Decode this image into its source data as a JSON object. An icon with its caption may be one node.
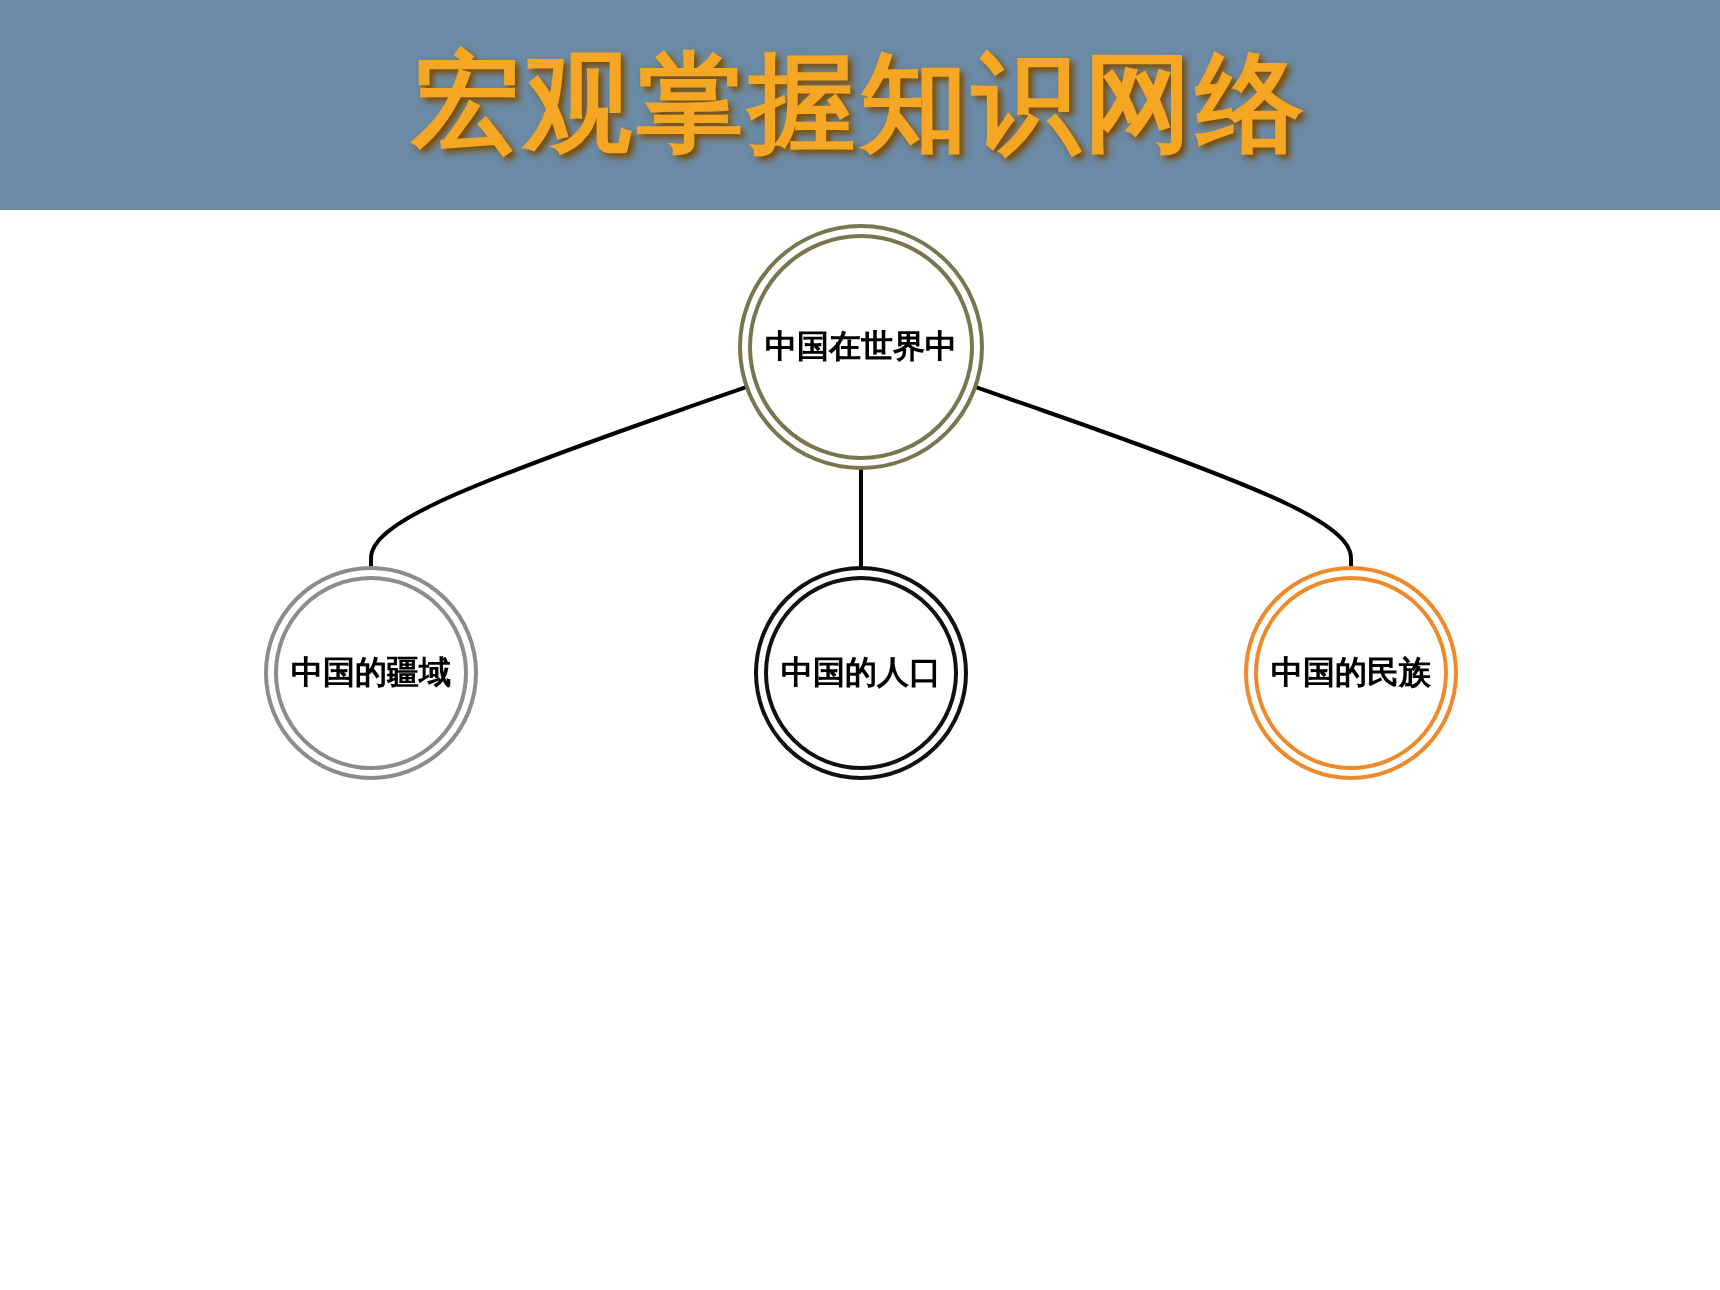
{
  "diagram": {
    "title": "宏观掌握知识网络",
    "nodes": [
      {
        "text": [
          "中国的疆域"
        ]
      },
      {
        "text": [
          "中国在世界中"
        ]
      },
      {
        "text": [
          "中国的人口"
        ]
      },
      {
        "text": [
          "中国的民族"
        ]
      }
    ],
    "edges": [
      {
        "from": 1,
        "to": 0,
        "arrow": "none"
      },
      {
        "from": 1,
        "to": 2,
        "arrow": "none"
      },
      {
        "from": 1,
        "to": 3,
        "arrow": "none"
      }
    ]
  }
}
